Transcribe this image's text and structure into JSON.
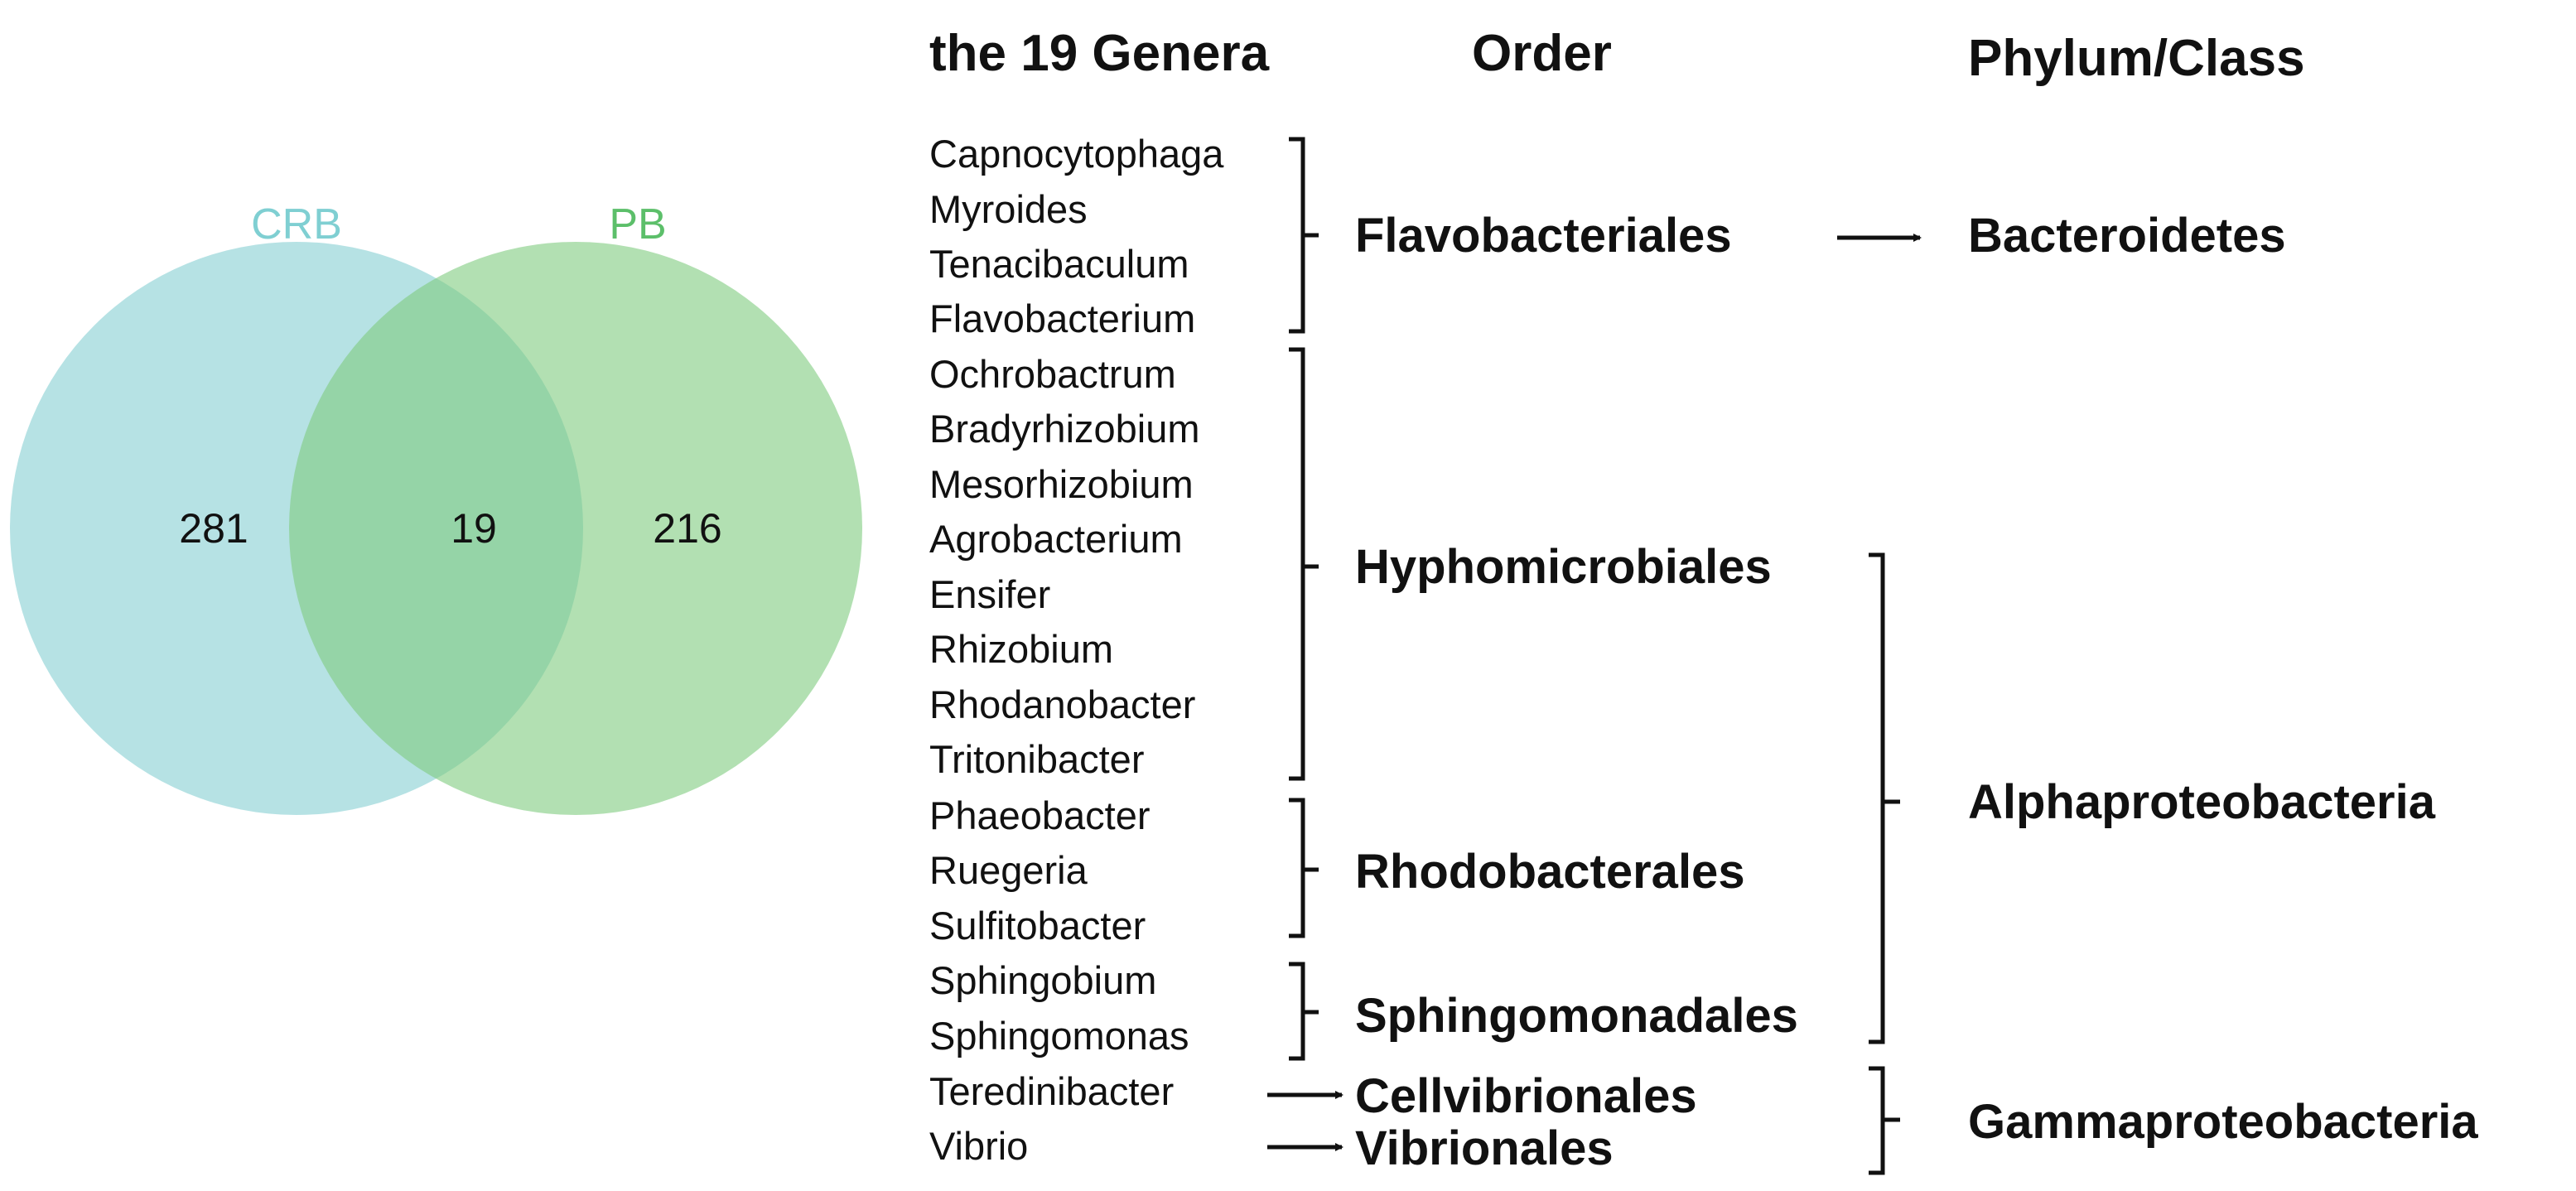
{
  "venn": {
    "left_label": "CRB",
    "right_label": "PB",
    "left_only": "281",
    "overlap": "19",
    "right_only": "216",
    "colors": {
      "left": "#8fd3d6",
      "right": "#7fcc7f",
      "left_text": "#7fcfd2",
      "right_text": "#5cbf6a"
    }
  },
  "headers": {
    "genera": "the 19 Genera",
    "order": "Order",
    "phylum": "Phylum/Class"
  },
  "genera": [
    "Capnocytophaga",
    "Myroides",
    "Tenacibaculum",
    "Flavobacterium",
    "Ochrobactrum",
    "Bradyrhizobium",
    "Mesorhizobium",
    "Agrobacterium",
    "Ensifer",
    "Rhizobium",
    "Rhodanobacter",
    "Tritonibacter",
    "Phaeobacter",
    "Ruegeria",
    "Sulfitobacter",
    "Sphingobium",
    "Sphingomonas",
    "Teredinibacter",
    "Vibrio"
  ],
  "orders": {
    "flavobacteriales": "Flavobacteriales",
    "hyphomicrobiales": "Hyphomicrobiales",
    "rhodobacterales": "Rhodobacterales",
    "sphingomonadales": "Sphingomonadales",
    "cellvibrionales": "Cellvibrionales",
    "vibrionales": "Vibrionales"
  },
  "phyla": {
    "bacteroidetes": "Bacteroidetes",
    "alphaproteobacteria": "Alphaproteobacteria",
    "gammaproteobacteria": "Gammaproteobacteria"
  }
}
